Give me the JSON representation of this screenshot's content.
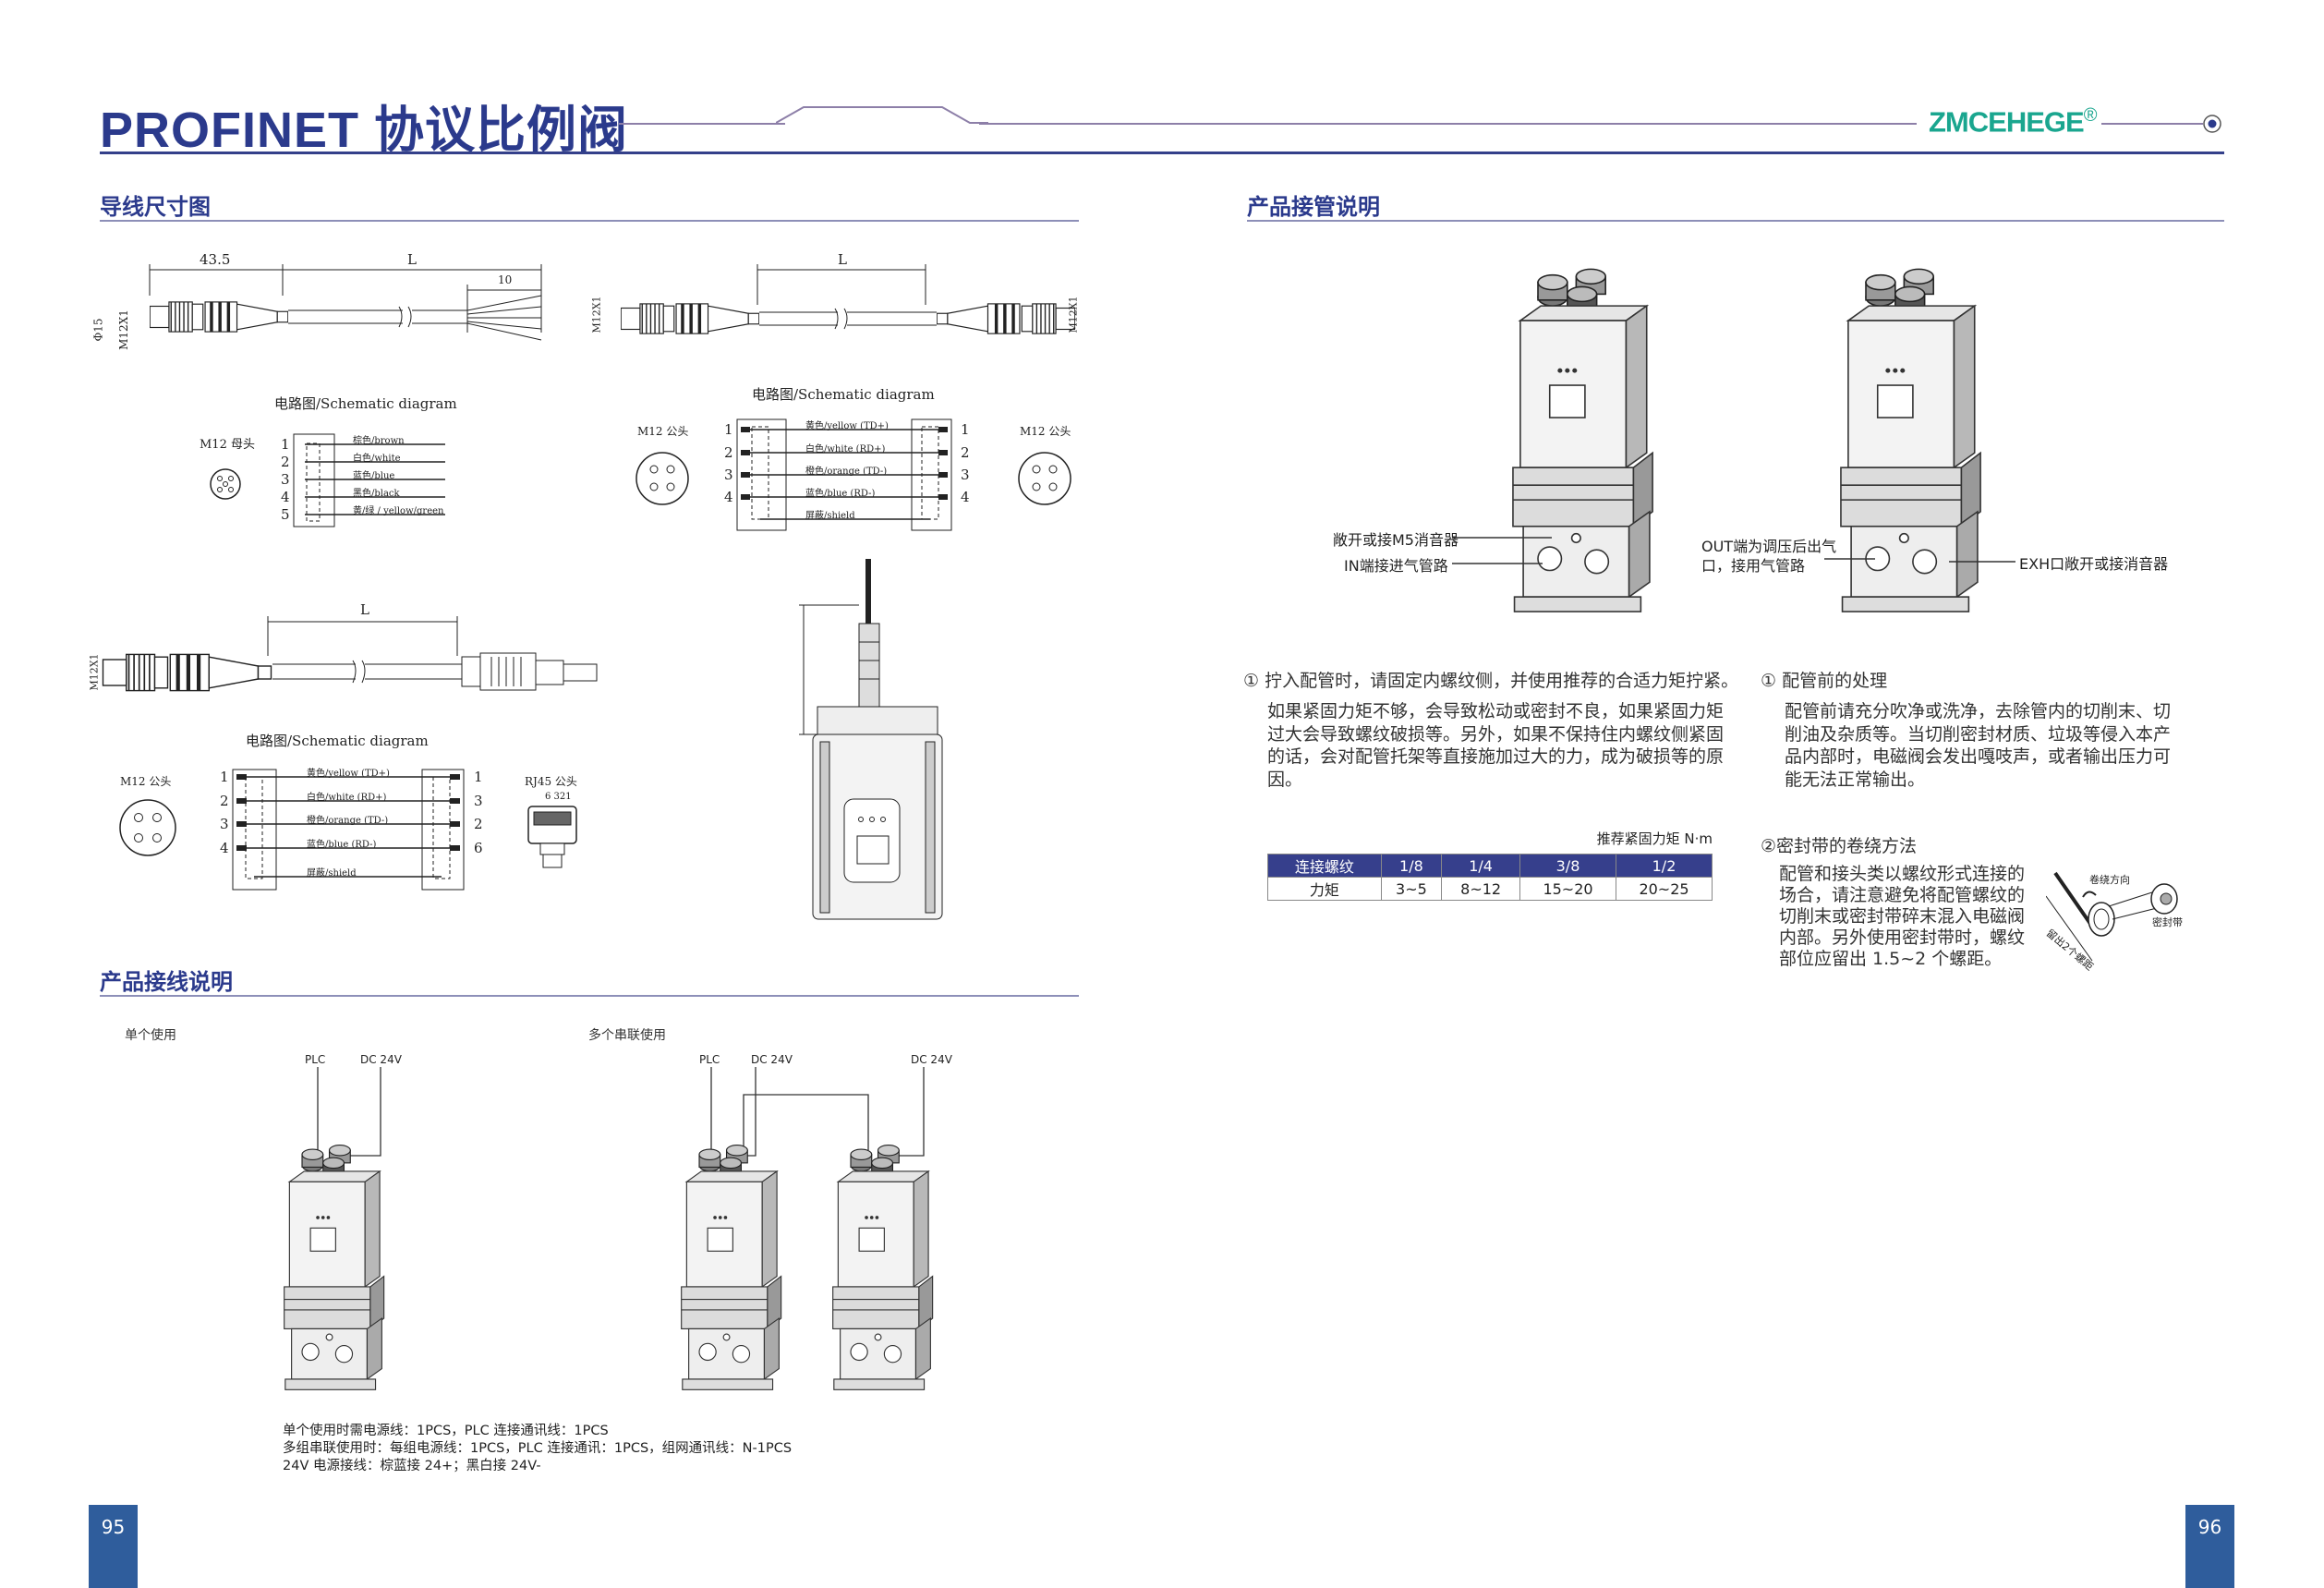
{
  "header": {
    "title": "PROFINET 协议比例阀",
    "logo": "ZMCEHEGE",
    "logo_mark": "®"
  },
  "colors": {
    "brand_blue": "#2b3a8c",
    "logo_green": "#1aa68f",
    "page_box": "#2f5d9c",
    "table_header": "#363f8c"
  },
  "sections": {
    "wire_dims": "导线尺寸图",
    "piping": "产品接管说明",
    "wiring": "产品接线说明"
  },
  "cable1": {
    "dim_a": "43.5",
    "dim_l": "L",
    "dim_strip": "10",
    "dia": "Φ15",
    "thread": "M12X1"
  },
  "cable2": {
    "dim_l": "L",
    "thread_left": "M12X1",
    "thread_right": "M12X1"
  },
  "cable3": {
    "dim_l": "L",
    "thread": "M12X1"
  },
  "schematic1": {
    "title": "电路图/Schematic diagram",
    "connector": "M12 母头",
    "pin_labels": [
      "1",
      "2",
      "3",
      "4",
      "5"
    ],
    "wires": [
      "棕色/brown",
      "白色/white",
      "蓝色/blue",
      "黑色/black",
      "黄/绿 / yellow/green"
    ]
  },
  "schematic2": {
    "title": "电路图/Schematic diagram",
    "left_connector": "M12 公头",
    "right_connector": "M12 公头",
    "left_pins": [
      "1",
      "2",
      "3",
      "4"
    ],
    "right_pins": [
      "1",
      "2",
      "3",
      "4"
    ],
    "wires": [
      "黄色/yellow (TD+)",
      "白色/white (RD+)",
      "橙色/orange (TD-)",
      "蓝色/blue (RD-)"
    ],
    "shield": "屏蔽/shield"
  },
  "schematic3": {
    "title": "电路图/Schematic diagram",
    "left_connector": "M12 公头",
    "right_connector": "RJ45 公头",
    "rj45_pins": "6 321",
    "left_pins": [
      "1",
      "2",
      "3",
      "4"
    ],
    "right_pins": [
      "1",
      "3",
      "2",
      "6"
    ],
    "wires": [
      "黄色/yellow (TD+)",
      "白色/white (RD+)",
      "橙色/orange (TD-)",
      "蓝色/blue (RD-)"
    ],
    "shield": "屏蔽/shield"
  },
  "piping": {
    "callouts": {
      "m5": "敞开或接M5消音器",
      "in": "IN端接进气管路",
      "out_1": "OUT端为调压后出气",
      "out_2": "口，接用气管路",
      "exh": "EXH口敞开或接消音器"
    },
    "note1_title": "① 拧入配管时，请固定内螺纹侧，并使用推荐的合适力矩拧紧。",
    "note1_lines": [
      "如果紧固力矩不够，会导致松动或密封不良，如果紧固力矩",
      "过大会导致螺纹破损等。另外，如果不保持住内螺纹侧紧固",
      "的话，会对配管托架等直接施加过大的力，成为破损等的原",
      "因。"
    ],
    "torque_caption": "推荐紧固力矩 N·m",
    "torque_table": {
      "header": [
        "连接螺纹",
        "1/8",
        "1/4",
        "3/8",
        "1/2"
      ],
      "row": [
        "力矩",
        "3~5",
        "8~12",
        "15~20",
        "20~25"
      ]
    },
    "note2_title": "① 配管前的处理",
    "note2_lines": [
      "配管前请充分吹净或洗净，去除管内的切削末、切",
      "削油及杂质等。当切削密封材质、垃圾等侵入本产",
      "品内部时，电磁阀会发出嘎吱声，或者输出压力可",
      "能无法正常输出。"
    ],
    "note3_title": "②密封带的卷绕方法",
    "note3_lines": [
      "配管和接头类以螺纹形式连接的",
      "场合，请注意避免将配管螺纹的",
      "切削末或密封带碎末混入电磁阀",
      "内部。另外使用密封带时，螺纹",
      "部位应留出 1.5~2 个螺距。"
    ],
    "tape_labels": {
      "direction": "卷绕方向",
      "tape": "密封带",
      "leave": "留出2个螺距"
    }
  },
  "wiring": {
    "single_label": "单个使用",
    "multi_label": "多个串联使用",
    "plc": "PLC",
    "dc": "DC 24V",
    "notes": [
      "单个使用时需电源线：1PCS，PLC 连接通讯线：1PCS",
      "多组串联使用时：每组电源线：1PCS，PLC 连接通讯：1PCS，组网通讯线：N-1PCS",
      "24V 电源接线：棕蓝接 24+；黑白接 24V-"
    ]
  },
  "pages": {
    "left": "95",
    "right": "96"
  }
}
